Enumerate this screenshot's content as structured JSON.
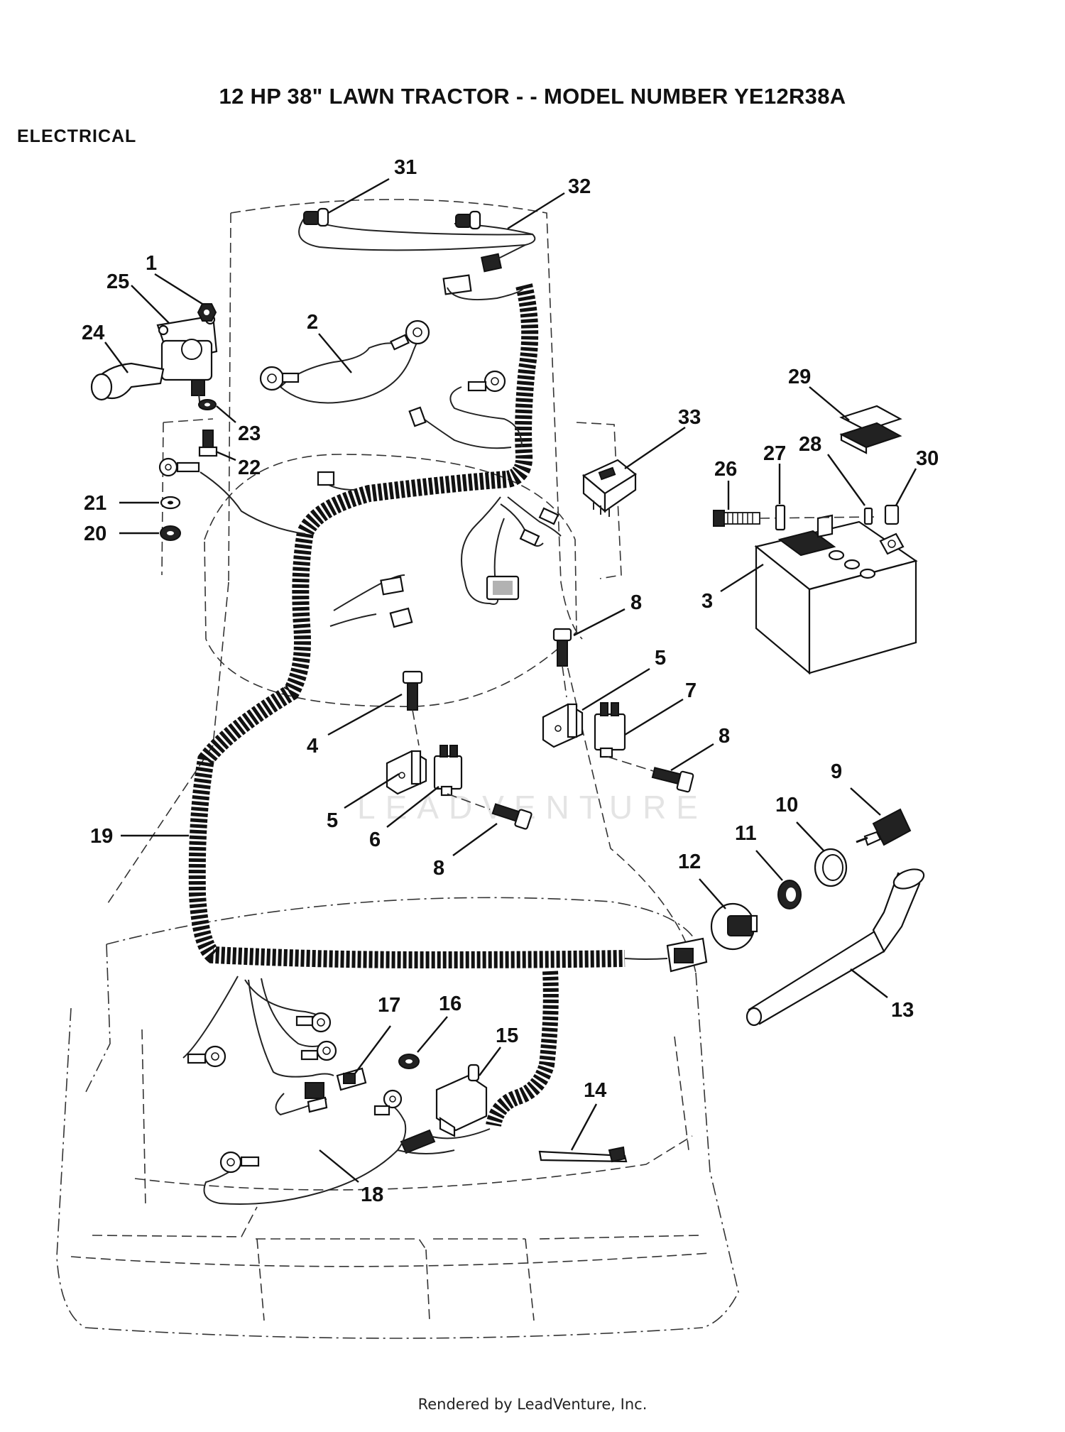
{
  "header": {
    "title": "12 HP 38\" LAWN TRACTOR - - MODEL NUMBER YE12R38A",
    "section": "ELECTRICAL"
  },
  "watermark": "LEADVENTURE",
  "footer": "Rendered by LeadVenture, Inc.",
  "callouts": [
    {
      "id": "1",
      "label": "1"
    },
    {
      "id": "2",
      "label": "2"
    },
    {
      "id": "3",
      "label": "3"
    },
    {
      "id": "4",
      "label": "4"
    },
    {
      "id": "5a",
      "label": "5"
    },
    {
      "id": "5b",
      "label": "5"
    },
    {
      "id": "6",
      "label": "6"
    },
    {
      "id": "7",
      "label": "7"
    },
    {
      "id": "8a",
      "label": "8"
    },
    {
      "id": "8b",
      "label": "8"
    },
    {
      "id": "8c",
      "label": "8"
    },
    {
      "id": "9",
      "label": "9"
    },
    {
      "id": "10",
      "label": "10"
    },
    {
      "id": "11",
      "label": "11"
    },
    {
      "id": "12",
      "label": "12"
    },
    {
      "id": "13",
      "label": "13"
    },
    {
      "id": "14",
      "label": "14"
    },
    {
      "id": "15",
      "label": "15"
    },
    {
      "id": "16",
      "label": "16"
    },
    {
      "id": "17",
      "label": "17"
    },
    {
      "id": "18",
      "label": "18"
    },
    {
      "id": "19",
      "label": "19"
    },
    {
      "id": "20",
      "label": "20"
    },
    {
      "id": "21",
      "label": "21"
    },
    {
      "id": "22",
      "label": "22"
    },
    {
      "id": "23",
      "label": "23"
    },
    {
      "id": "24",
      "label": "24"
    },
    {
      "id": "25",
      "label": "25"
    },
    {
      "id": "26",
      "label": "26"
    },
    {
      "id": "27",
      "label": "27"
    },
    {
      "id": "28",
      "label": "28"
    },
    {
      "id": "29",
      "label": "29"
    },
    {
      "id": "30",
      "label": "30"
    },
    {
      "id": "31",
      "label": "31"
    },
    {
      "id": "32",
      "label": "32"
    },
    {
      "id": "33",
      "label": "33"
    }
  ]
}
